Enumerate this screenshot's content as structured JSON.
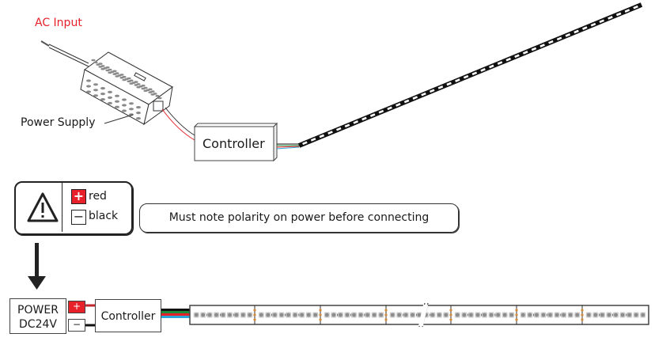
{
  "top_diagram": {
    "ac_input_label": "AC Input",
    "power_supply_label": "Power Supply",
    "controller_label": "Controller"
  },
  "warning": {
    "icon": "warning-triangle-icon",
    "legend": [
      {
        "symbol": "+",
        "label": "red",
        "color": "#e8202a"
      },
      {
        "symbol": "−",
        "label": "black",
        "color": "#ffffff"
      }
    ],
    "note": "Must note polarity on power before connecting"
  },
  "bottom_diagram": {
    "power_label_line1": "POWER",
    "power_label_line2": "DC24V",
    "positive_symbol": "+",
    "negative_symbol": "−",
    "controller_label": "Controller",
    "wire_colors": [
      "#111111",
      "#1f8a3a",
      "#e8202a",
      "#2aa7d8"
    ]
  },
  "colors": {
    "accent_red": "#e8202a",
    "line": "#222222"
  }
}
